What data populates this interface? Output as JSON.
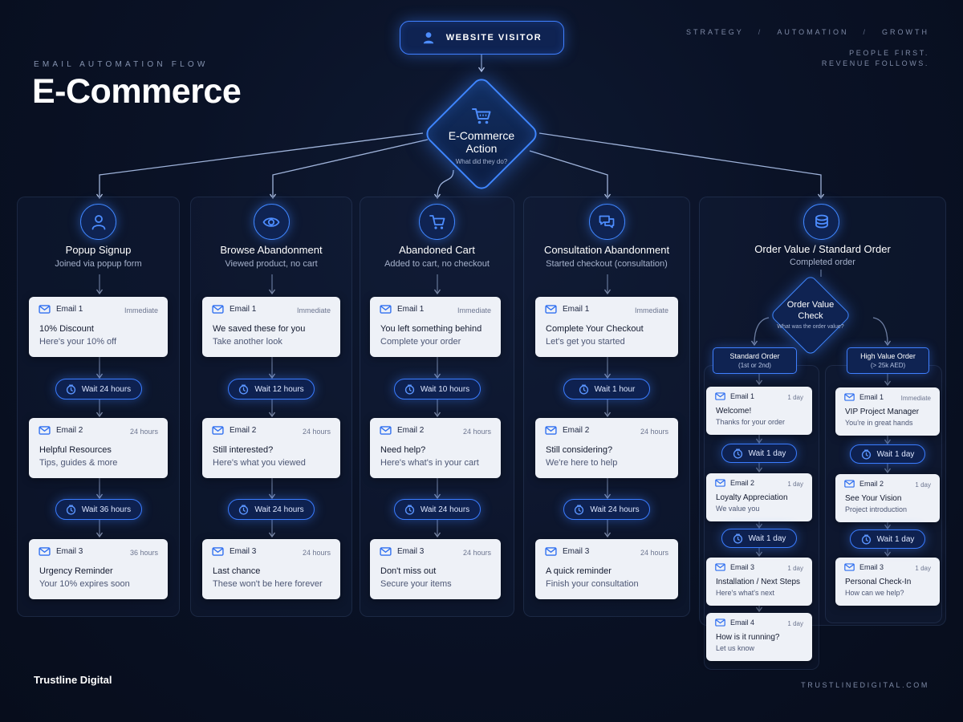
{
  "header": {
    "eyebrow": "EMAIL AUTOMATION FLOW",
    "title": "E-Commerce",
    "tags": [
      "STRATEGY",
      "AUTOMATION",
      "GROWTH"
    ],
    "tag_separator": "/",
    "slogan_line1": "PEOPLE FIRST.",
    "slogan_line2": "REVENUE FOLLOWS."
  },
  "footer": {
    "brand": "Trustline Digital",
    "website": "TRUSTLINEDIGITAL.COM"
  },
  "start": {
    "label": "WEBSITE VISITOR",
    "icon": "user-icon"
  },
  "decision": {
    "title_line1": "E-Commerce",
    "title_line2": "Action",
    "subtitle": "What did they do?",
    "icon": "cart-icon"
  },
  "columns": [
    {
      "icon": "user-icon",
      "title": "Popup Signup",
      "subtitle": "Joined via popup form",
      "emails": [
        {
          "label": "Email 1",
          "timing": "Immediate",
          "subject": "10% Discount",
          "preview": "Here's your 10% off"
        },
        {
          "label": "Email 2",
          "timing": "24 hours",
          "subject": "Helpful Resources",
          "preview": "Tips, guides & more"
        },
        {
          "label": "Email 3",
          "timing": "36 hours",
          "subject": "Urgency Reminder",
          "preview": "Your 10% expires soon"
        }
      ],
      "waits": [
        "Wait 24 hours",
        "Wait 36 hours"
      ]
    },
    {
      "icon": "eye-icon",
      "title": "Browse Abandonment",
      "subtitle": "Viewed product, no cart",
      "emails": [
        {
          "label": "Email 1",
          "timing": "Immediate",
          "subject": "We saved these for you",
          "preview": "Take another look"
        },
        {
          "label": "Email 2",
          "timing": "24 hours",
          "subject": "Still interested?",
          "preview": "Here's what you viewed"
        },
        {
          "label": "Email 3",
          "timing": "24 hours",
          "subject": "Last chance",
          "preview": "These won't be here forever"
        }
      ],
      "waits": [
        "Wait 12 hours",
        "Wait 24 hours"
      ]
    },
    {
      "icon": "cart-icon",
      "title": "Abandoned Cart",
      "subtitle": "Added to cart, no checkout",
      "emails": [
        {
          "label": "Email 1",
          "timing": "Immediate",
          "subject": "You left something behind",
          "preview": "Complete your order"
        },
        {
          "label": "Email 2",
          "timing": "24 hours",
          "subject": "Need help?",
          "preview": "Here's what's in your cart"
        },
        {
          "label": "Email 3",
          "timing": "24 hours",
          "subject": "Don't miss out",
          "preview": "Secure your items"
        }
      ],
      "waits": [
        "Wait 10 hours",
        "Wait 24 hours"
      ]
    },
    {
      "icon": "chat-icon",
      "title": "Consultation Abandonment",
      "subtitle": "Started checkout (consultation)",
      "emails": [
        {
          "label": "Email 1",
          "timing": "Immediate",
          "subject": "Complete Your Checkout",
          "preview": "Let's get you started"
        },
        {
          "label": "Email 2",
          "timing": "24 hours",
          "subject": "Still considering?",
          "preview": "We're here to help"
        },
        {
          "label": "Email 3",
          "timing": "24 hours",
          "subject": "A quick reminder",
          "preview": "Finish your consultation"
        }
      ],
      "waits": [
        "Wait 1 hour",
        "Wait 24 hours"
      ]
    }
  ],
  "order_column": {
    "icon": "coins-icon",
    "title": "Order Value / Standard Order",
    "subtitle": "Completed order",
    "check": {
      "title_line1": "Order Value",
      "title_line2": "Check",
      "subtitle": "What was the order value?"
    },
    "standard": {
      "title": "Standard Order",
      "subtitle": "(1st or 2nd)",
      "emails": [
        {
          "label": "Email 1",
          "timing": "1 day",
          "subject": "Welcome!",
          "preview": "Thanks for your order"
        },
        {
          "label": "Email 2",
          "timing": "1 day",
          "subject": "Loyalty Appreciation",
          "preview": "We value you"
        },
        {
          "label": "Email 3",
          "timing": "1 day",
          "subject": "Installation / Next Steps",
          "preview": "Here's what's next"
        },
        {
          "label": "Email 4",
          "timing": "1 day",
          "subject": "How is it running?",
          "preview": "Let us know"
        }
      ],
      "waits": [
        "Wait 1 day",
        "Wait 1 day"
      ]
    },
    "high_value": {
      "title": "High Value Order",
      "subtitle": "(> 25k AED)",
      "emails": [
        {
          "label": "Email 1",
          "timing": "Immediate",
          "subject": "VIP Project Manager",
          "preview": "You're in great hands"
        },
        {
          "label": "Email 2",
          "timing": "1 day",
          "subject": "See Your Vision",
          "preview": "Project introduction"
        },
        {
          "label": "Email 3",
          "timing": "1 day",
          "subject": "Personal Check-In",
          "preview": "How can we help?"
        }
      ],
      "waits": [
        "Wait 1 day",
        "Wait 1 day"
      ]
    }
  },
  "colors": {
    "accent": "#3f86ff",
    "background": "#0a1226",
    "card": "#eef1f7"
  }
}
